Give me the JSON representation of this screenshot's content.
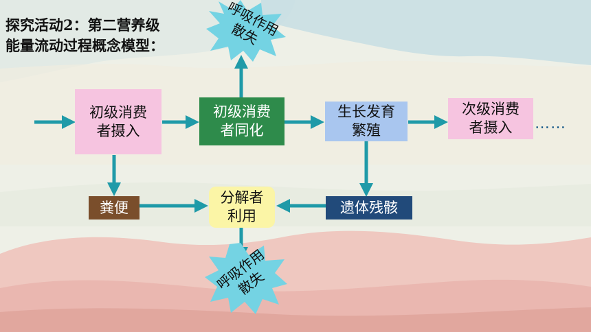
{
  "title": {
    "line1": "探究活动2：第二营养级",
    "line2": "能量流动过程概念模型："
  },
  "nodes": {
    "intake": {
      "line1": "初级消费",
      "line2": "者摄入"
    },
    "assimilation": {
      "line1": "初级消费",
      "line2": "者同化"
    },
    "growth": {
      "line1": "生长发育",
      "line2": "繁殖"
    },
    "secondary_intake": {
      "line1": "次级消费",
      "line2": "者摄入"
    },
    "feces": {
      "label": "粪便"
    },
    "decomposer": {
      "line1": "分解者",
      "line2": "利用"
    },
    "remains": {
      "label": "遗体残骸"
    }
  },
  "bursts": {
    "top": {
      "line1": "呼吸作用",
      "line2": "散失"
    },
    "bottom": {
      "line1": "呼吸作用",
      "line2": "散失"
    }
  },
  "continuation": "……",
  "colors": {
    "arrow": "#1f9aa8",
    "intake_fill": "#f6c4e0",
    "assimilation_fill": "#2e8b4b",
    "growth_fill": "#a9c6ef",
    "secondary_fill": "#f6c4e0",
    "feces_fill": "#7a4e2b",
    "decomposer_fill": "#fbf5a6",
    "remains_fill": "#214a7a",
    "burst_fill": "#74d3e3"
  }
}
